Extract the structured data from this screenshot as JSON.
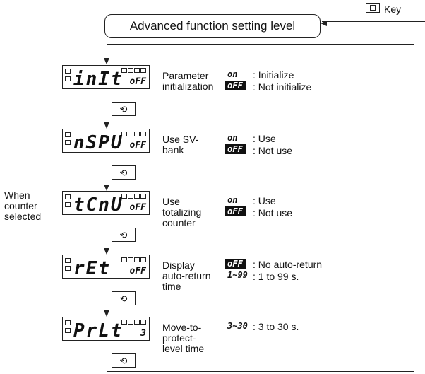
{
  "key_label": "Key",
  "level_title": "Advanced function setting level",
  "side_note": [
    "When",
    "counter",
    "selected"
  ],
  "params": [
    {
      "code": "inIt",
      "sub": "oFF",
      "desc": [
        "Parameter",
        "initialization"
      ],
      "sym1": "on",
      "sym2": "oFF",
      "opt1": ": Initialize",
      "opt2": ": Not initialize"
    },
    {
      "code": "nSPU",
      "sub": "oFF",
      "desc": [
        "Use SV-",
        "bank"
      ],
      "sym1": "on",
      "sym2": "oFF",
      "opt1": ": Use",
      "opt2": ": Not use"
    },
    {
      "code": "tCnU",
      "sub": "oFF",
      "desc": [
        "Use",
        "totalizing",
        "counter"
      ],
      "sym1": "on",
      "sym2": "oFF",
      "opt1": ": Use",
      "opt2": ": Not use"
    },
    {
      "code": "rEt",
      "sub": "oFF",
      "desc": [
        "Display",
        "auto-return",
        "time"
      ],
      "sym1": "oFF",
      "sym2": "1~99",
      "opt1": ": No auto-return",
      "opt2": ": 1 to 99 s."
    },
    {
      "code": "PrLt",
      "sub": "3",
      "desc": [
        "Move-to-",
        "protect-",
        "level time"
      ],
      "sym1": "3~30",
      "sym2": "",
      "opt1": ": 3 to 30 s.",
      "opt2": ""
    }
  ]
}
